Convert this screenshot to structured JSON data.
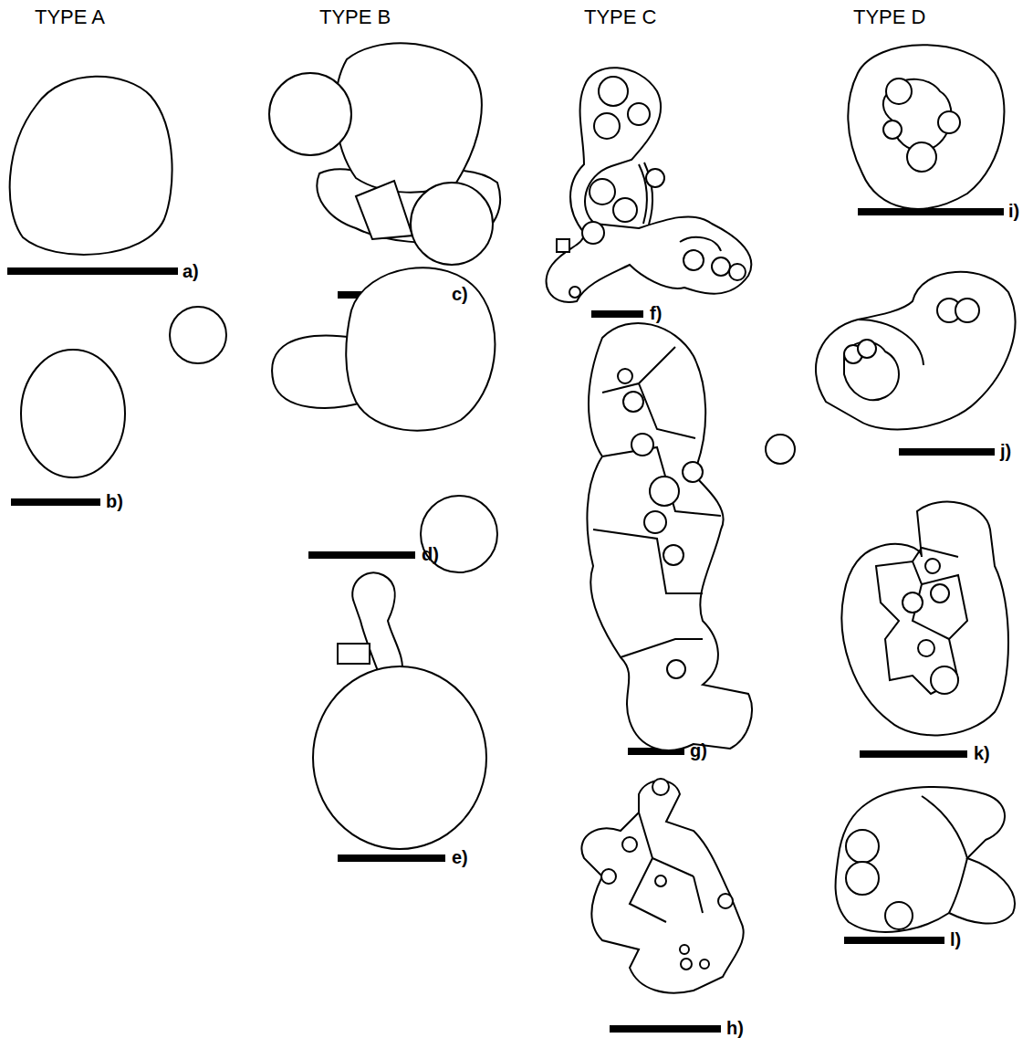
{
  "diagram": {
    "labels": [
      "TYPE A",
      "TYPE B",
      "TYPE C",
      "TYPE D",
      "a)",
      "b)",
      "c)",
      "d)",
      "e)",
      "f)",
      "g)",
      "h)",
      "i)",
      "j)",
      "k)",
      "l)"
    ]
  }
}
